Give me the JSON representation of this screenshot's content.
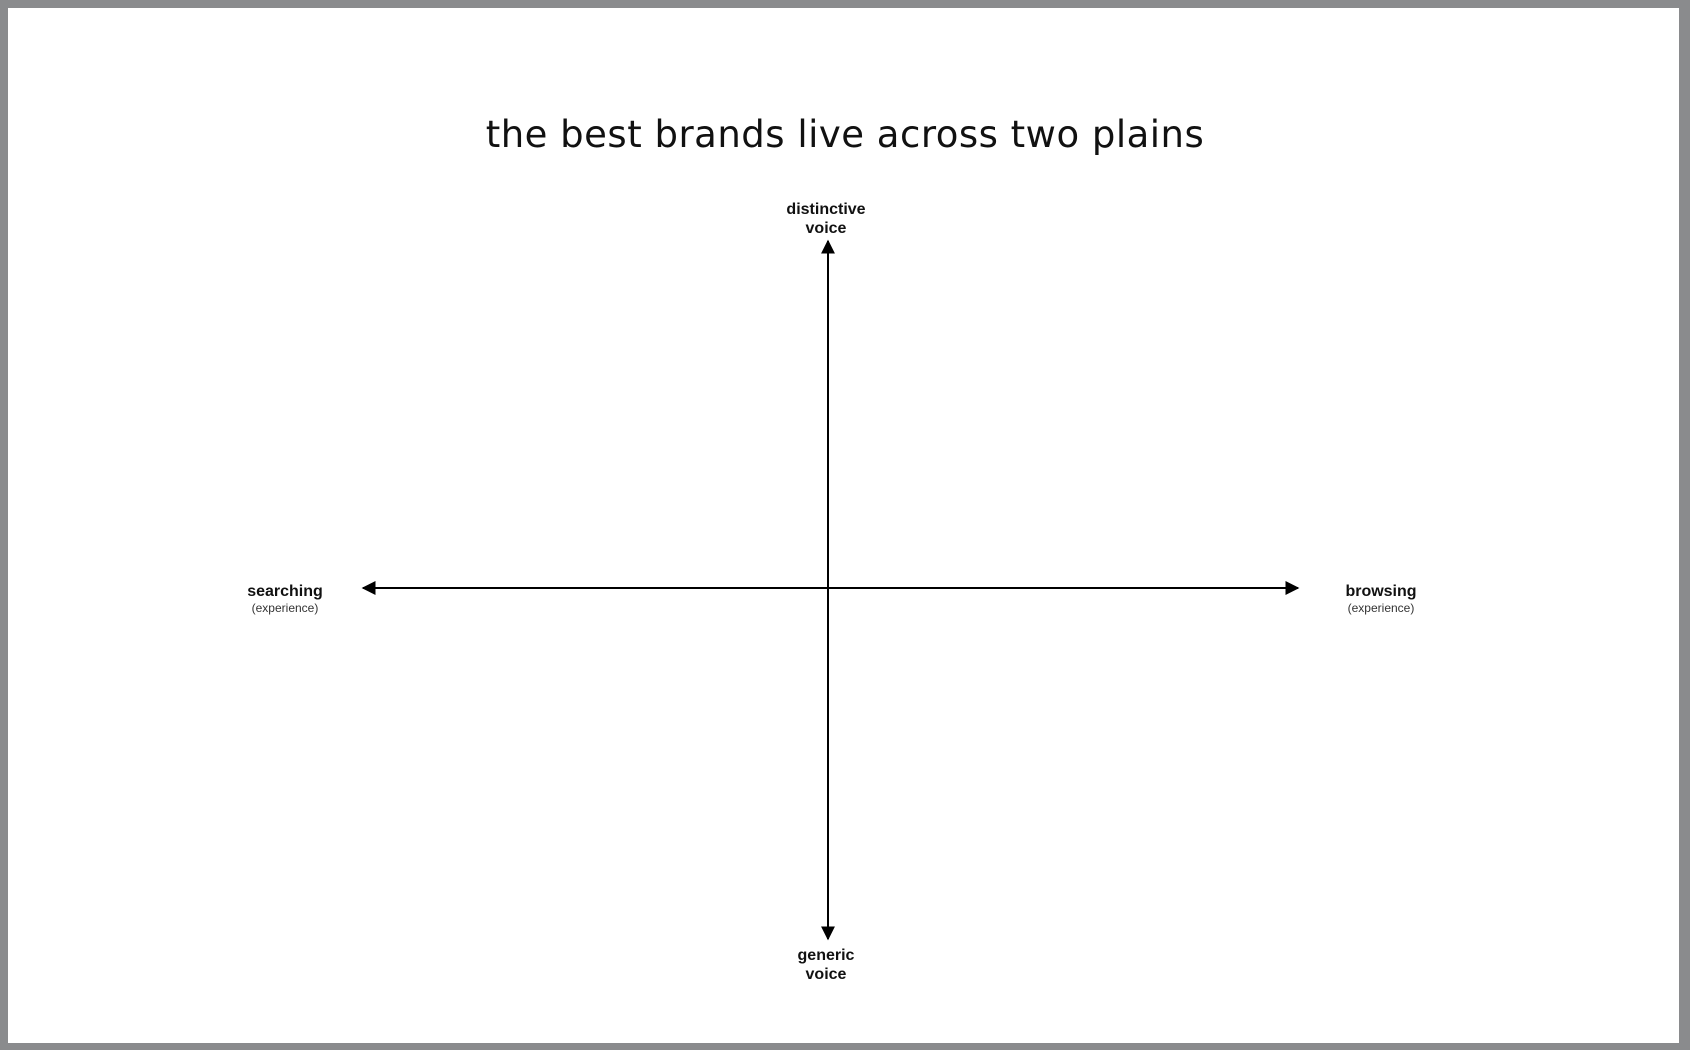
{
  "title": "the best brands live across two plains",
  "axes": {
    "top": {
      "line1": "distinctive",
      "line2": "voice"
    },
    "bottom": {
      "line1": "generic",
      "line2": "voice"
    },
    "left": {
      "main": "searching",
      "sub": "(experience)"
    },
    "right": {
      "main": "browsing",
      "sub": "(experience)"
    }
  }
}
